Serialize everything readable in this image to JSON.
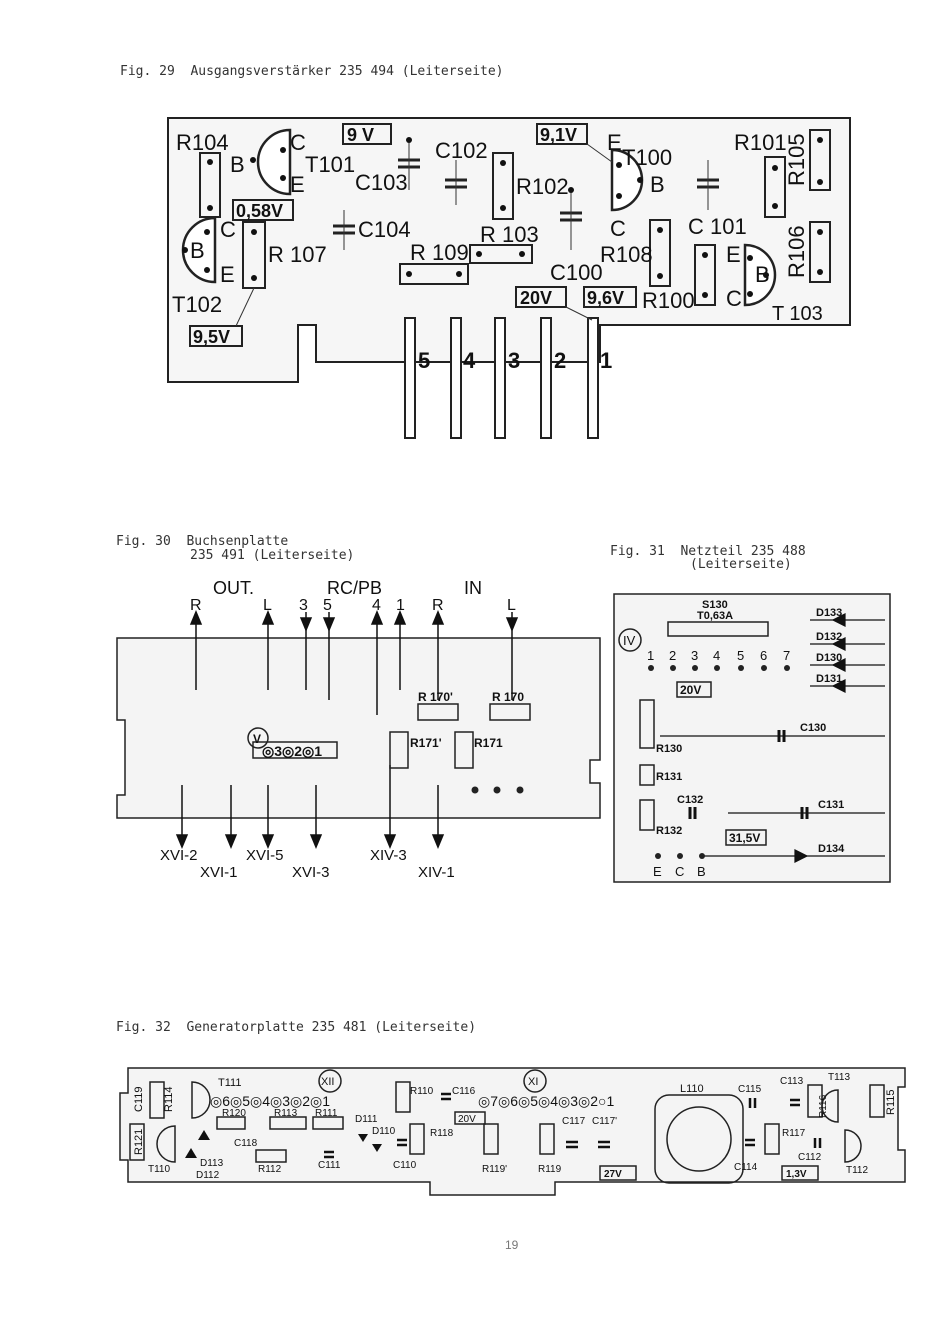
{
  "fig29": {
    "caption": "Fig. 29  Ausgangsverstärker 235 494 (Leiterseite)",
    "labels": {
      "r104": "R104",
      "c_t101": "C",
      "b_t101": "B",
      "e_t101": "E",
      "t101": "T101",
      "v9": "9 V",
      "c102": "C102",
      "c103": "C103",
      "v058": "0,58V",
      "c104": "C104",
      "c_t102": "C",
      "b_t102": "B",
      "e_t102": "E",
      "r107": "R 107",
      "t102": "T102",
      "v95": "9,5V",
      "r109": "R 109",
      "r103": "R 103",
      "r102": "R102",
      "v91": "9,1V",
      "e_t100": "E",
      "t100": "T100",
      "b_t100": "B",
      "c_t100": "C",
      "c100": "C100",
      "r108": "R108",
      "v20": "20V",
      "v96": "9,6V",
      "r100": "R100",
      "r101": "R101",
      "c101": "C 101",
      "r105": "R105",
      "r106": "R106",
      "e_t103": "E",
      "b_t103": "B",
      "c_t103": "C",
      "t103": "T 103"
    },
    "pins": [
      "5",
      "4",
      "3",
      "2",
      "1"
    ]
  },
  "fig30": {
    "caption_line1": "Fig. 30  Buchsenplatte",
    "caption_line2": "235 491 (Leiterseite)",
    "top": {
      "out": "OUT.",
      "rcpb": "RC/PB",
      "in": "IN",
      "r1": "R",
      "l1": "L",
      "p3": "3",
      "p5": "5",
      "p4": "4",
      "p1": "1",
      "r2": "R",
      "l2": "L"
    },
    "parts": {
      "r170a": "R 170'",
      "r170b": "R 170",
      "r171a": "R171'",
      "r171b": "R171",
      "v": "V",
      "pins": "◎3◎2◎1"
    },
    "bottom": {
      "xvi2": "XVI-2",
      "xvi5": "XVI-5",
      "xiv3": "XIV-3",
      "xvi1": "XVI-1",
      "xvi3": "XVI-3",
      "xiv1": "XIV-1"
    }
  },
  "fig31": {
    "caption_line1": "Fig. 31  Netzteil 235 488",
    "caption_line2": "(Leiterseite)",
    "labels": {
      "s130": "S130",
      "fuse": "T0,63A",
      "iv": "IV",
      "pins": [
        "1",
        "2",
        "3",
        "4",
        "5",
        "6",
        "7"
      ],
      "d133": "D133",
      "d132": "D132",
      "d130": "D130",
      "d131": "D131",
      "v20": "20V",
      "c130": "C130",
      "r130": "R130",
      "r131": "R131",
      "c132": "C132",
      "c131": "C131",
      "r132": "R132",
      "v315": "31,5V",
      "d134": "D134",
      "e": "E",
      "c": "C",
      "b": "B"
    }
  },
  "fig32": {
    "caption": "Fig. 32  Generatorplatte 235 481 (Leiterseite)",
    "labels": {
      "c119": "C119",
      "r114": "R114",
      "t111": "T111",
      "xii": "XII",
      "pins1": "◎6◎5◎4◎3◎2◎1",
      "r110": "R110",
      "c116": "C116",
      "xi": "XI",
      "pins2": "◎7◎6◎5◎4◎3◎2○1",
      "l110": "L110",
      "c115": "C115",
      "c113": "C113",
      "t113": "T113",
      "r115": "R115",
      "r121": "R121",
      "r120": "R120",
      "r113": "R113",
      "r111": "R111",
      "d111": "D111",
      "d110": "D110",
      "v20": "20V",
      "c117": "C117",
      "c117b": "C117'",
      "r116": "R116",
      "r117": "R117",
      "c118": "C118",
      "t110": "T110",
      "d113": "D113",
      "d112": "D112",
      "r112": "R112",
      "c111": "C111",
      "c110": "C110",
      "r118": "R118",
      "r119a": "R119'",
      "r119b": "R119",
      "v27": "27V",
      "c114": "C114",
      "c112": "C112",
      "v13": "1,3V",
      "t112": "T112"
    }
  },
  "page_number": "19"
}
